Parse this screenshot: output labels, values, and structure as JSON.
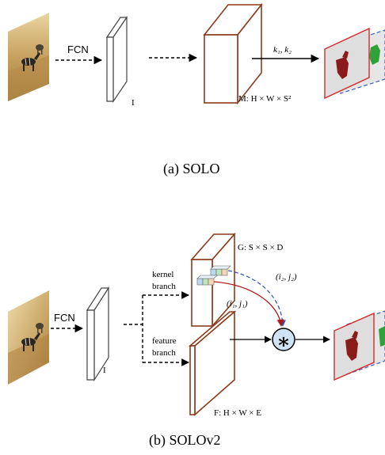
{
  "diagram": {
    "panel_a": {
      "fcn_label": "FCN",
      "feature_label": "I",
      "kernel_arrow_label": "k₁,  k₂",
      "mask_tensor_label": "M:  H × W × S²",
      "caption": "(a)  SOLO"
    },
    "panel_b": {
      "fcn_label": "FCN",
      "feature_label": "I",
      "kernel_branch_line1": "kernel",
      "kernel_branch_line2": "branch",
      "feature_branch_line1": "feature",
      "feature_branch_line2": "branch",
      "kernel_tensor_label": "G:  S × S × D",
      "feature_tensor_label": "F:  H × W × E",
      "location_1": "(i₁,  j₁)",
      "location_2": "(i₂,  j₂)",
      "conv_operator": "∗",
      "caption": "(b)  SOLOv2"
    },
    "colors": {
      "tensor_brown": "#8b3a1a",
      "mask_red": "#d42a2a",
      "mask_blue": "#3a5fc8",
      "curve_red": "#b01818",
      "curve_blue": "#3050b8",
      "operator_fill": "#cfe3f5"
    }
  }
}
